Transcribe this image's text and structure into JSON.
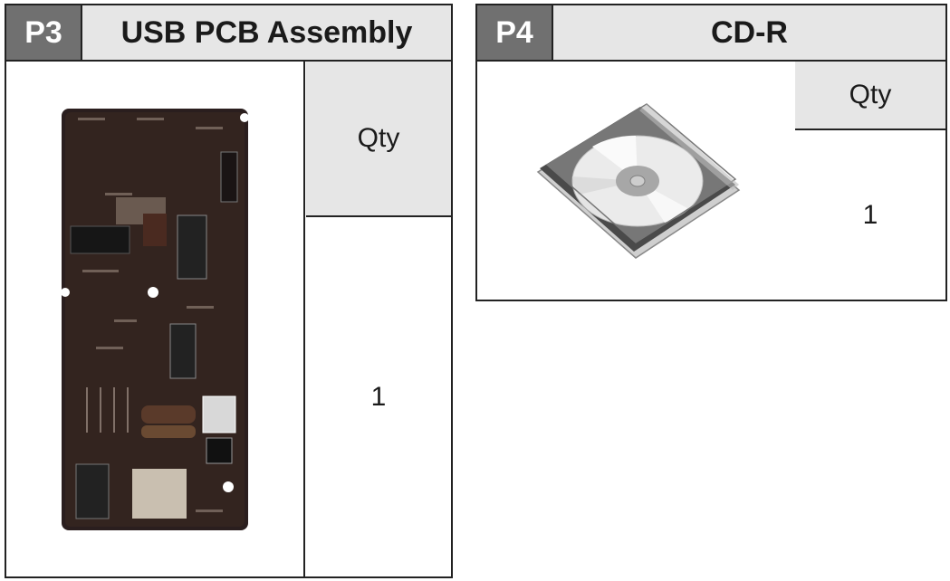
{
  "parts": [
    {
      "id": "P3",
      "title": "USB PCB Assembly",
      "qty_label": "Qty",
      "qty": "1",
      "image": "usb-pcb-board-photo"
    },
    {
      "id": "P4",
      "title": "CD-R",
      "qty_label": "Qty",
      "qty": "1",
      "image": "cd-in-jewel-case-drawing"
    }
  ]
}
